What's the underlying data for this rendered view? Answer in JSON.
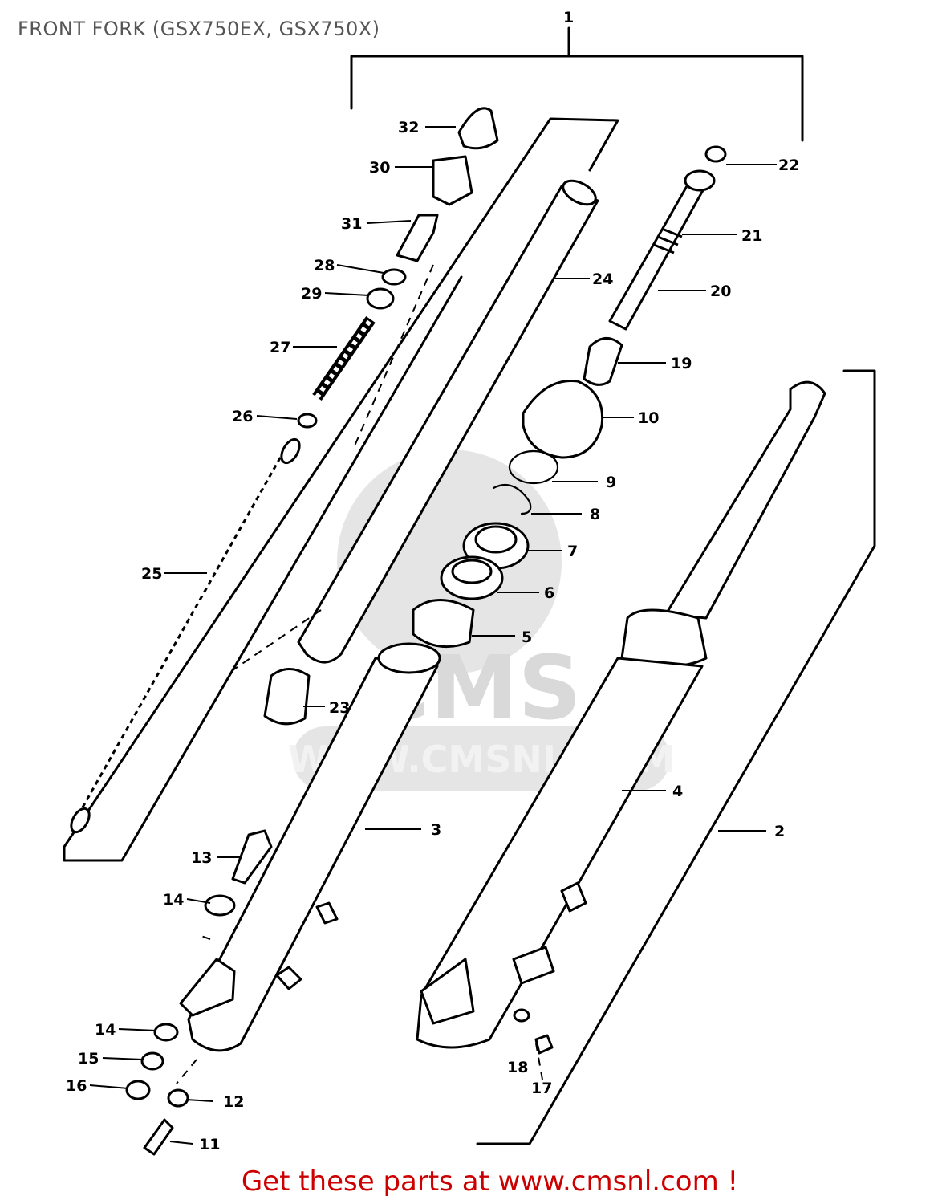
{
  "title": "FRONT FORK (GSX750EX, GSX750X)",
  "footer": "Get these parts at www.cmsnl.com !",
  "watermark": {
    "brand": "CMS",
    "url": "WWW.CMSNL.COM"
  },
  "colors": {
    "footer_text": "#cc0000",
    "title_text": "#555555"
  },
  "callouts": {
    "c1": "1",
    "c2": "2",
    "c3": "3",
    "c4": "4",
    "c5": "5",
    "c6": "6",
    "c7": "7",
    "c8": "8",
    "c9": "9",
    "c10": "10",
    "c11": "11",
    "c12": "12",
    "c13": "13",
    "c14a": "14",
    "c14b": "14",
    "c15": "15",
    "c16": "16",
    "c17": "17",
    "c18": "18",
    "c19": "19",
    "c20": "20",
    "c21": "21",
    "c22": "22",
    "c23": "23",
    "c24": "24",
    "c25": "25",
    "c26": "26",
    "c27": "27",
    "c28": "28",
    "c29": "29",
    "c30": "30",
    "c31": "31",
    "c32": "32"
  }
}
